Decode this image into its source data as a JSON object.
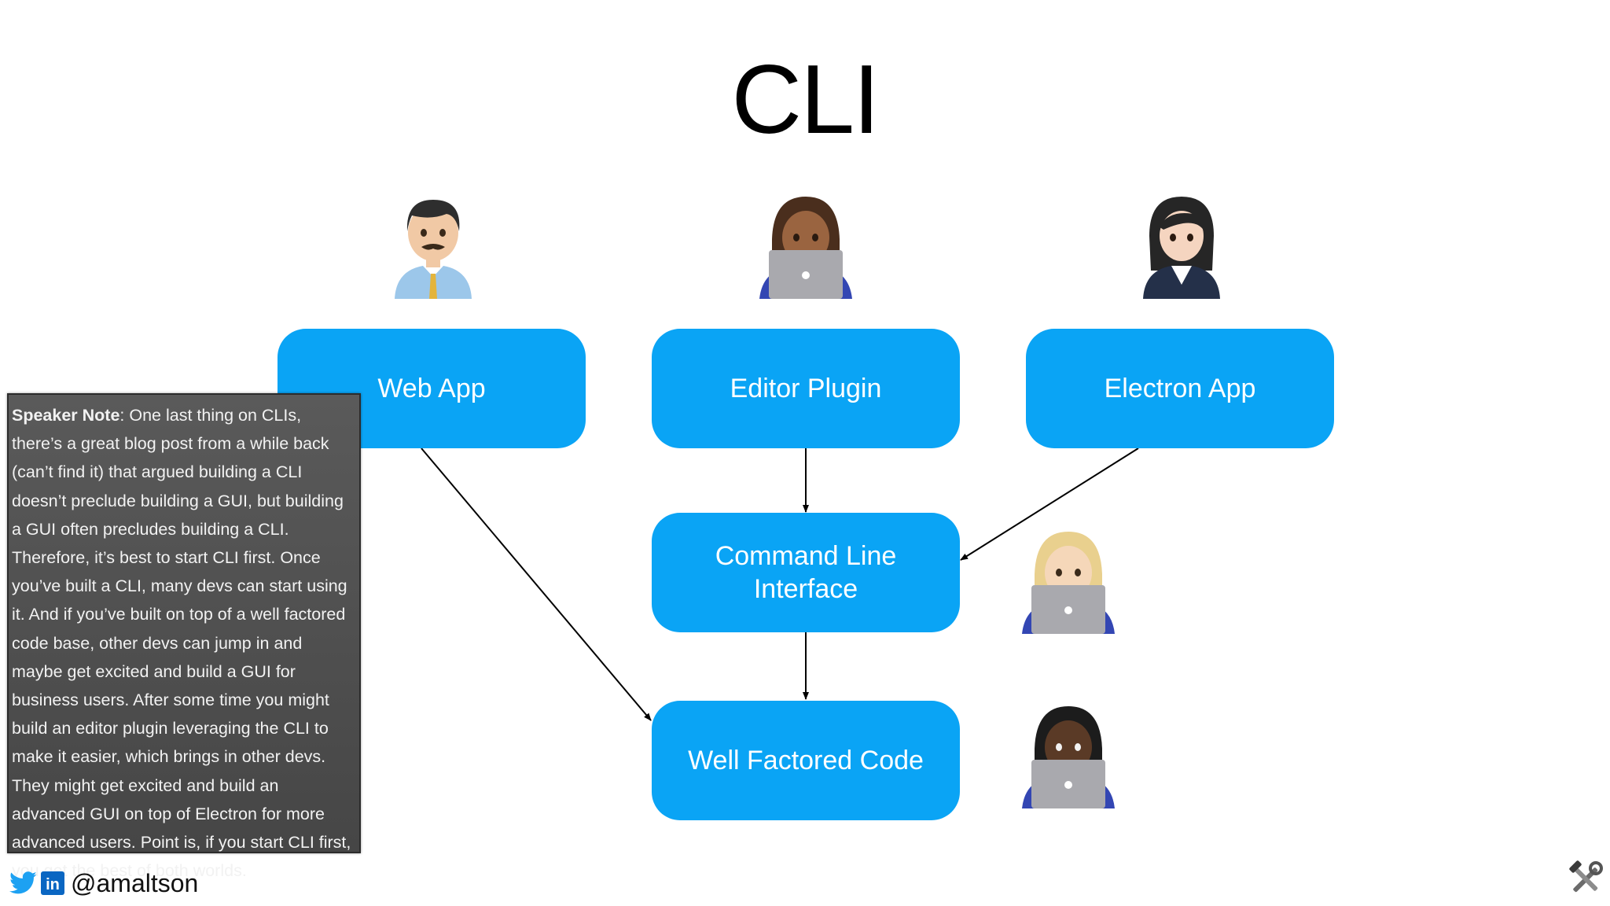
{
  "slide": {
    "title": "CLI"
  },
  "diagram": {
    "nodes": {
      "web_app": "Web App",
      "editor_plugin": "Editor Plugin",
      "electron_app": "Electron App",
      "cli": "Command Line Interface",
      "code": "Well Factored Code"
    },
    "edges": [
      {
        "from": "web_app",
        "to": "code"
      },
      {
        "from": "editor_plugin",
        "to": "cli"
      },
      {
        "from": "electron_app",
        "to": "cli"
      },
      {
        "from": "cli",
        "to": "code"
      }
    ]
  },
  "speaker_note": {
    "label": "Speaker Note",
    "text": ": One last thing on CLIs, there’s a great blog post from a while back (can’t find it) that argued building a CLI doesn’t preclude building a GUI, but building a GUI often precludes building a CLI. Therefore, it’s best to start CLI first. Once you’ve built a CLI, many devs can start using it. And if you’ve built on top of a well factored code base, other devs can jump in and maybe get excited and build a GUI for business users. After some time you might build an editor plugin leveraging the CLI to make it easier, which brings in other devs. They might get excited and build an advanced GUI on top of Electron for more advanced users. Point is, if you start CLI first, you get the best of both worlds."
  },
  "footer": {
    "handle": "@amaltson",
    "icons": [
      "twitter-icon",
      "linkedin-icon"
    ],
    "linkedin_glyph": "in"
  },
  "colors": {
    "box": "#0aa4f5",
    "twitter": "#1da1f2",
    "linkedin": "#0a66c2"
  }
}
